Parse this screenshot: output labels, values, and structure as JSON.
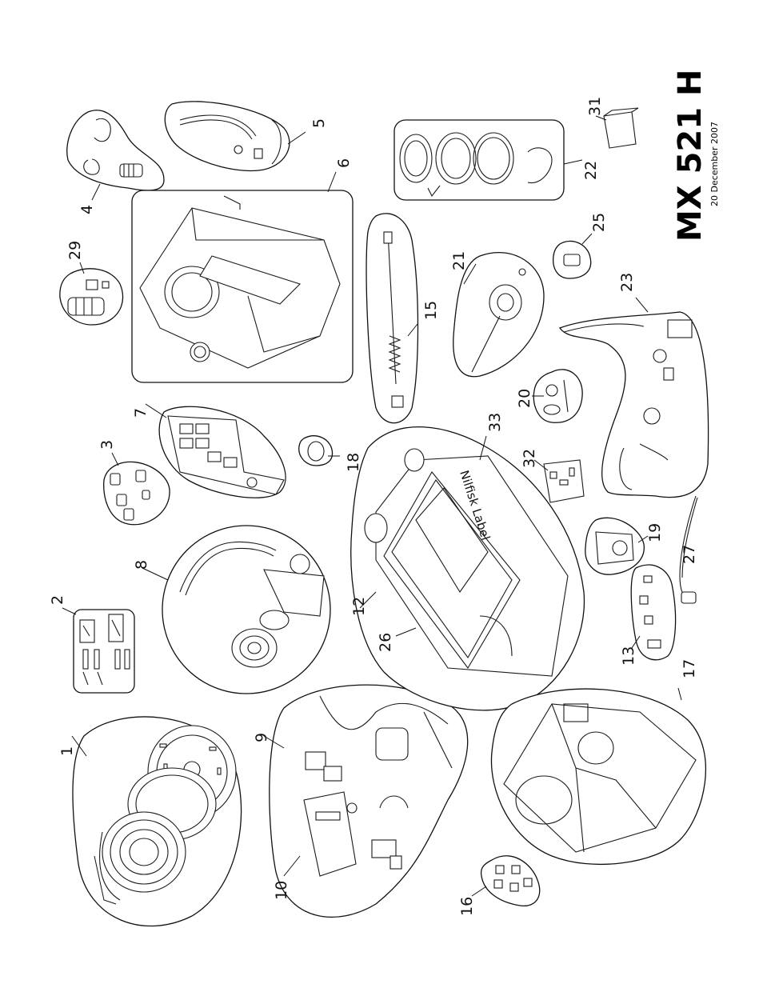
{
  "title": "MX 521 H",
  "date": "20 December 2007",
  "brand_label": "Nilfisk Label",
  "callouts": [
    "1",
    "2",
    "3",
    "4",
    "5",
    "6",
    "7",
    "8",
    "9",
    "10",
    "12",
    "13",
    "15",
    "16",
    "17",
    "18",
    "19",
    "20",
    "21",
    "22",
    "23",
    "25",
    "26",
    "27",
    "29",
    "31",
    "32",
    "33"
  ]
}
